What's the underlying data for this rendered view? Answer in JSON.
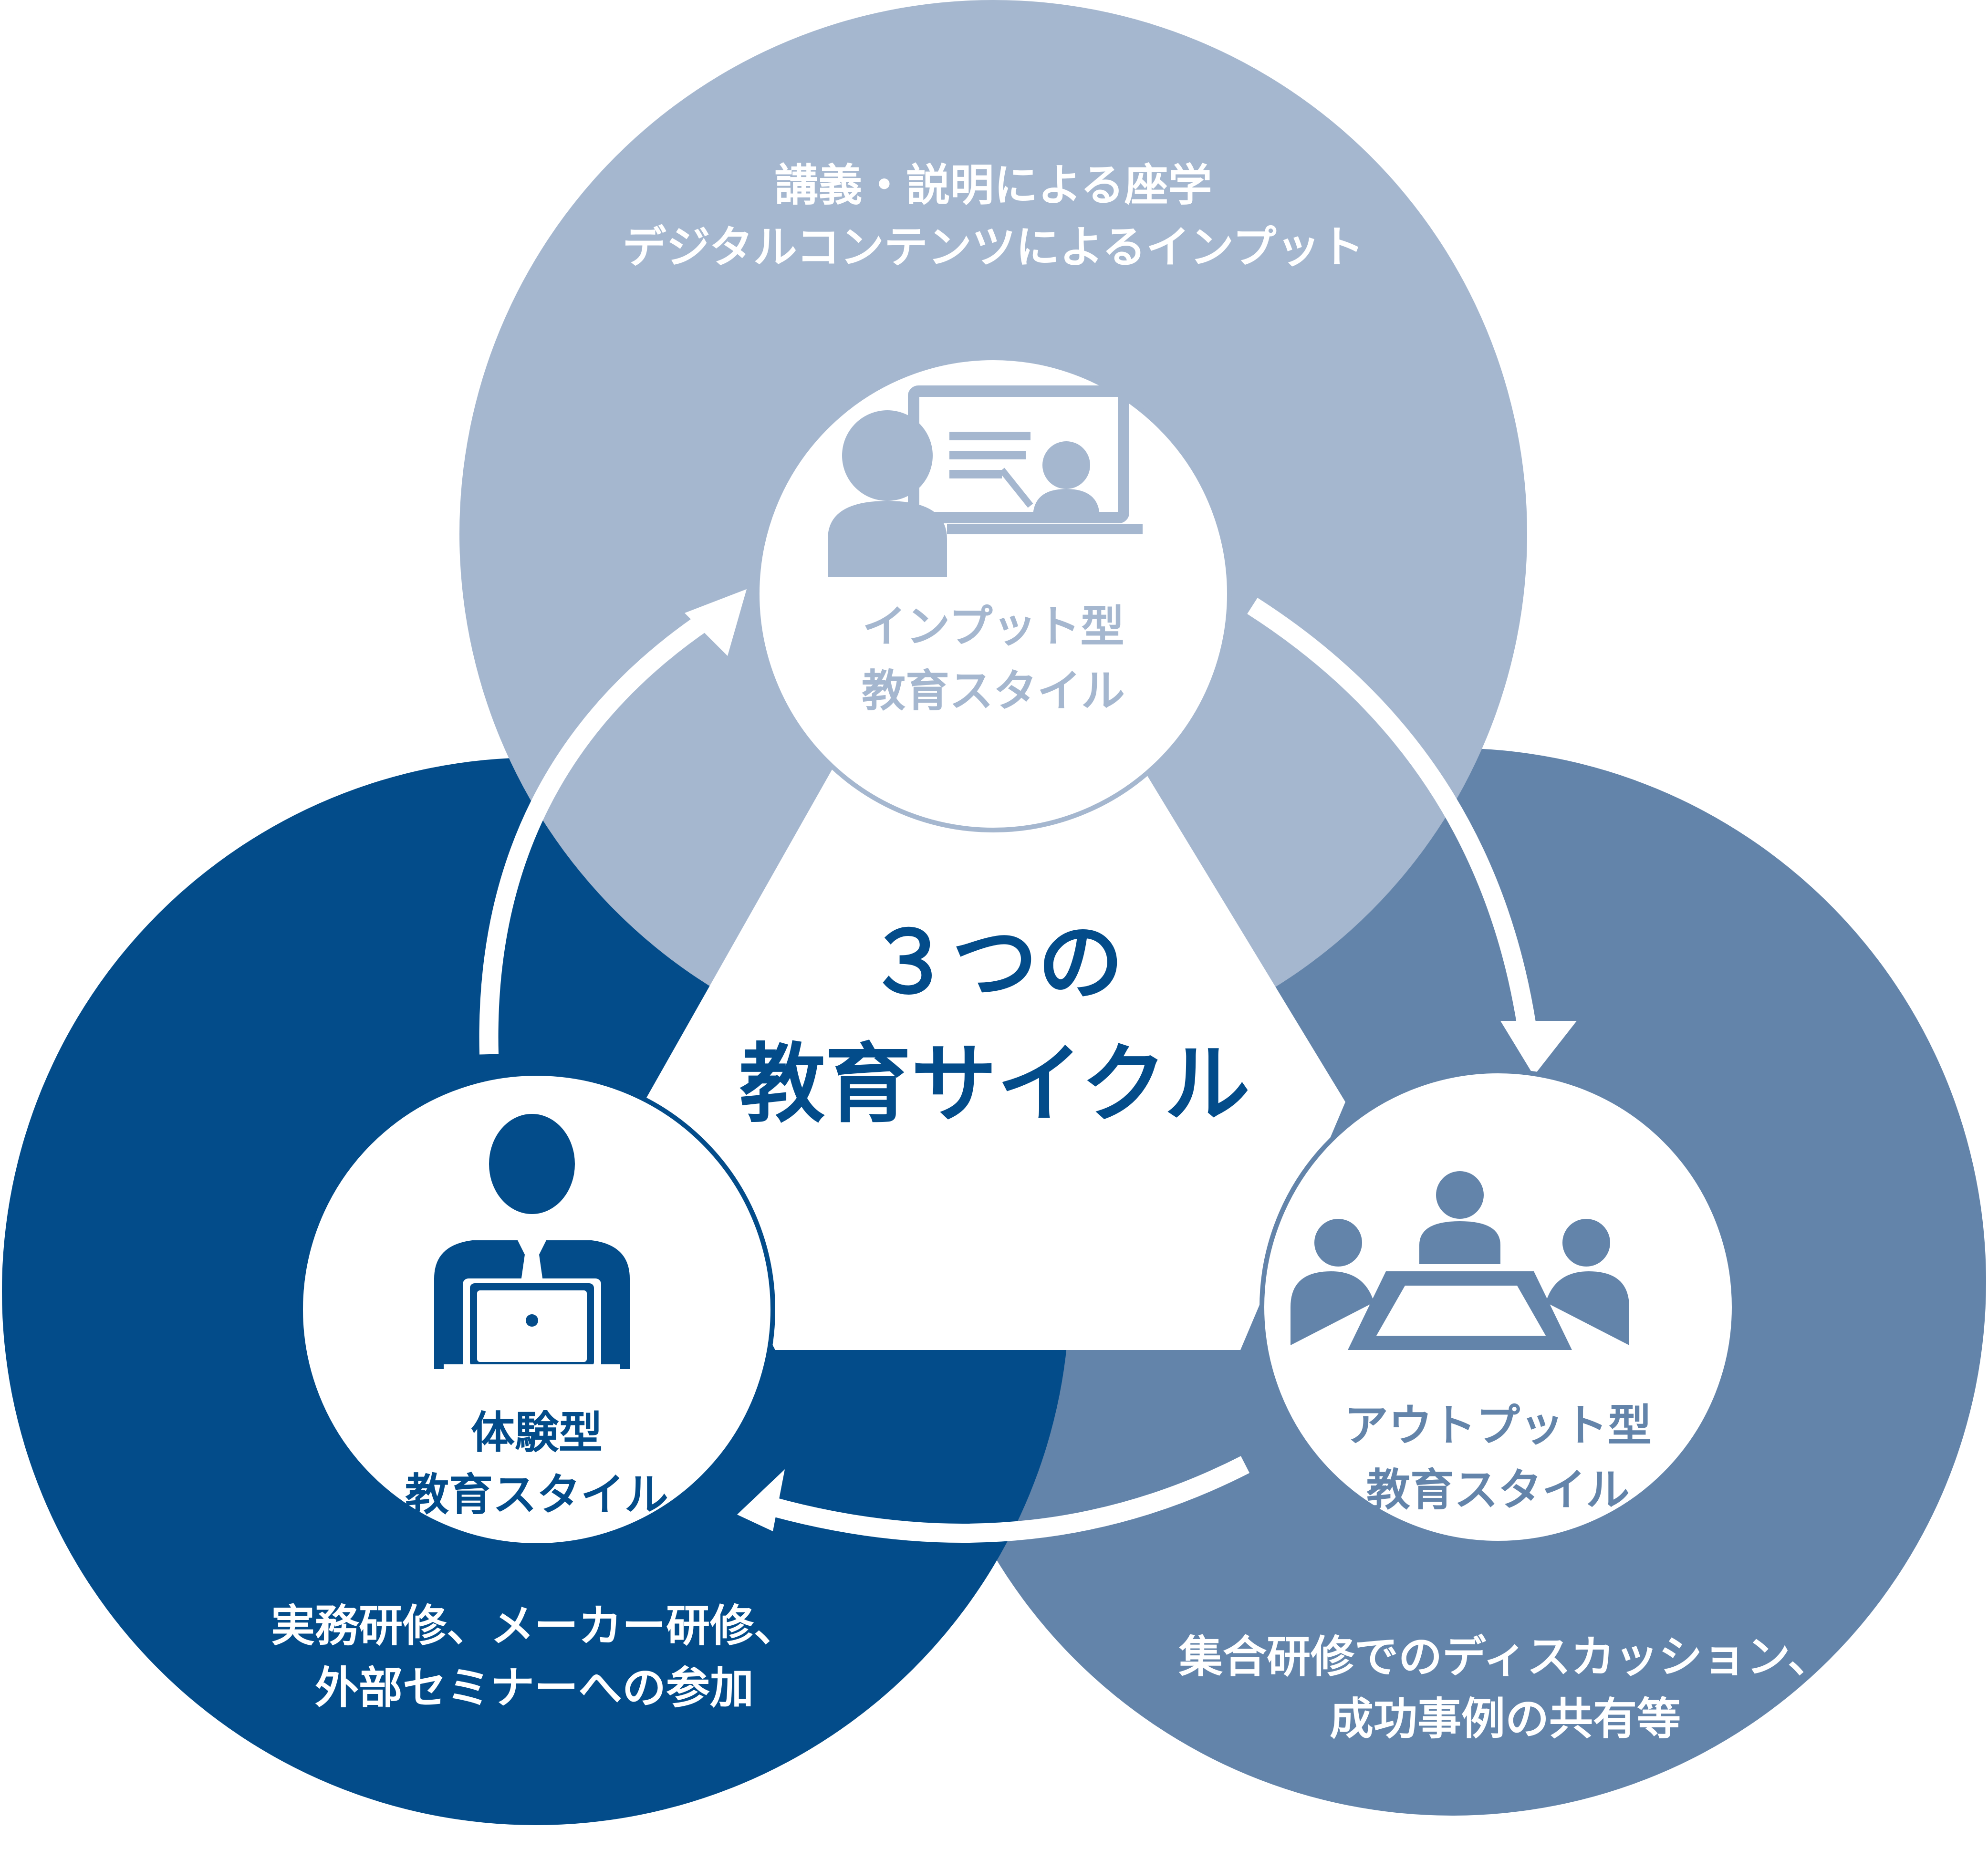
{
  "center": {
    "line1": "３つの",
    "line2": "教育サイクル"
  },
  "input_style": {
    "name_line1": "インプット型",
    "name_line2": "教育スタイル",
    "desc_line1": "講義・説明による座学",
    "desc_line2": "デジタルコンテンツによるインプット",
    "icon": "lecture-presentation-icon"
  },
  "output_style": {
    "name_line1": "アウトプット型",
    "name_line2": "教育スタイル",
    "desc_line1": "集合研修でのディスカッション、",
    "desc_line2": "成功事例の共有等",
    "icon": "meeting-discussion-icon"
  },
  "experience_style": {
    "name_line1": "体験型",
    "name_line2": "教育スタイル",
    "desc_line1": "実務研修、メーカー研修、",
    "desc_line2": "外部セミナーへの参加",
    "icon": "person-laptop-icon"
  },
  "colors": {
    "input": "#a5b7cf",
    "output": "#6384aa",
    "experience": "#034c8a",
    "white": "#ffffff"
  }
}
